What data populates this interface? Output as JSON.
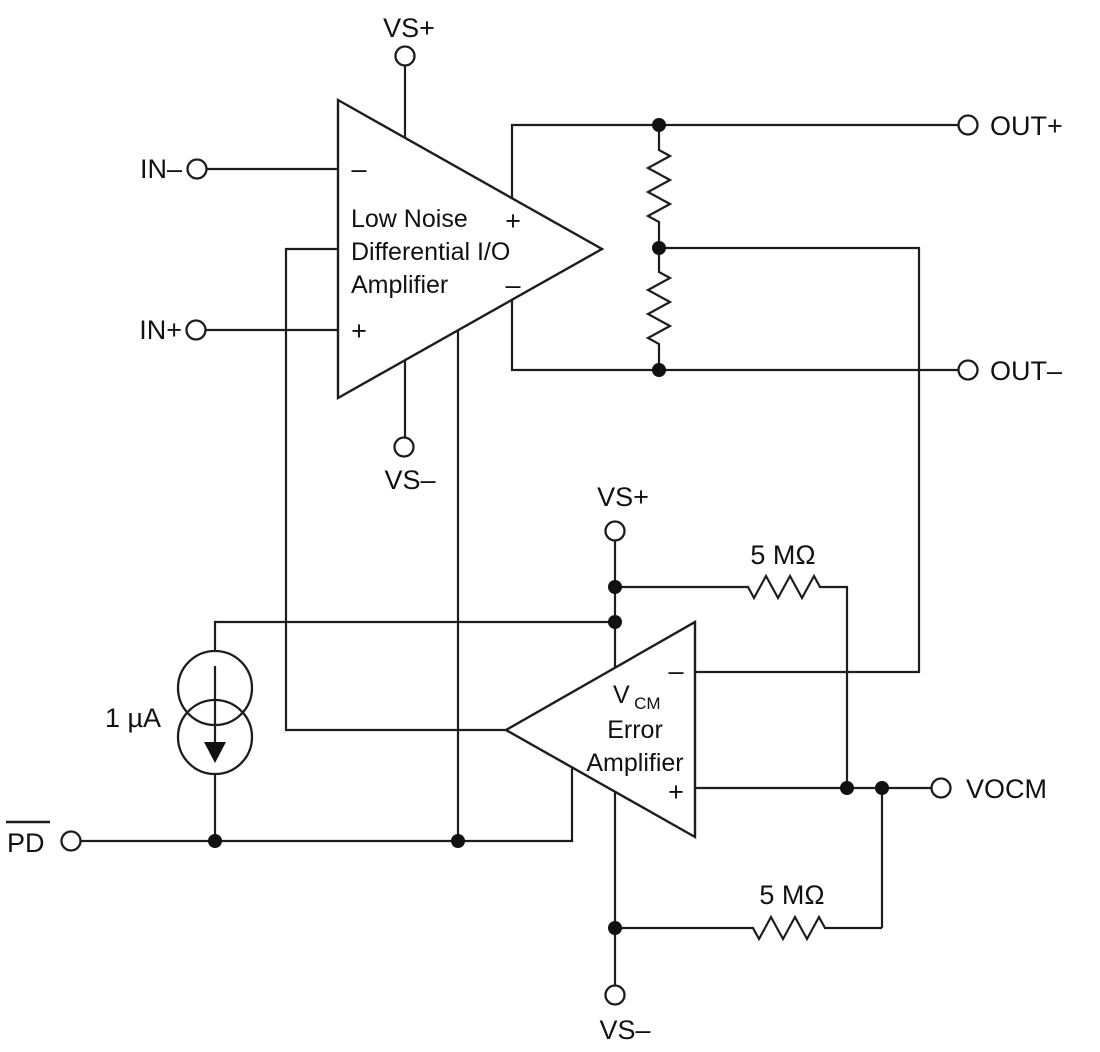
{
  "diagram": {
    "background_color": "#ffffff",
    "line_color": "#1d1d1f",
    "terminals": {
      "vs_plus_main": "VS+",
      "vs_minus_main": "VS–",
      "in_minus": "IN–",
      "in_plus": "IN+",
      "out_plus": "OUT+",
      "out_minus": "OUT–",
      "vs_plus_error": "VS+",
      "vs_minus_error": "VS–",
      "vocm": "VOCM",
      "pd": "PD"
    },
    "main_amp": {
      "label_line1": "Low Noise",
      "label_line2": "Differential I/O",
      "label_line3": "Amplifier",
      "input_minus_sign": "–",
      "input_plus_sign": "+",
      "output_plus_sign": "+",
      "output_minus_sign": "–"
    },
    "error_amp": {
      "label_v": "V",
      "label_v_sub": "CM",
      "label_line2": "Error",
      "label_line3": "Amplifier",
      "input_minus_sign": "–",
      "input_plus_sign": "+"
    },
    "resistors": {
      "feedback_top": "5 MΩ",
      "feedback_bottom": "5 MΩ"
    },
    "current_source": {
      "value": "1 µA"
    }
  }
}
